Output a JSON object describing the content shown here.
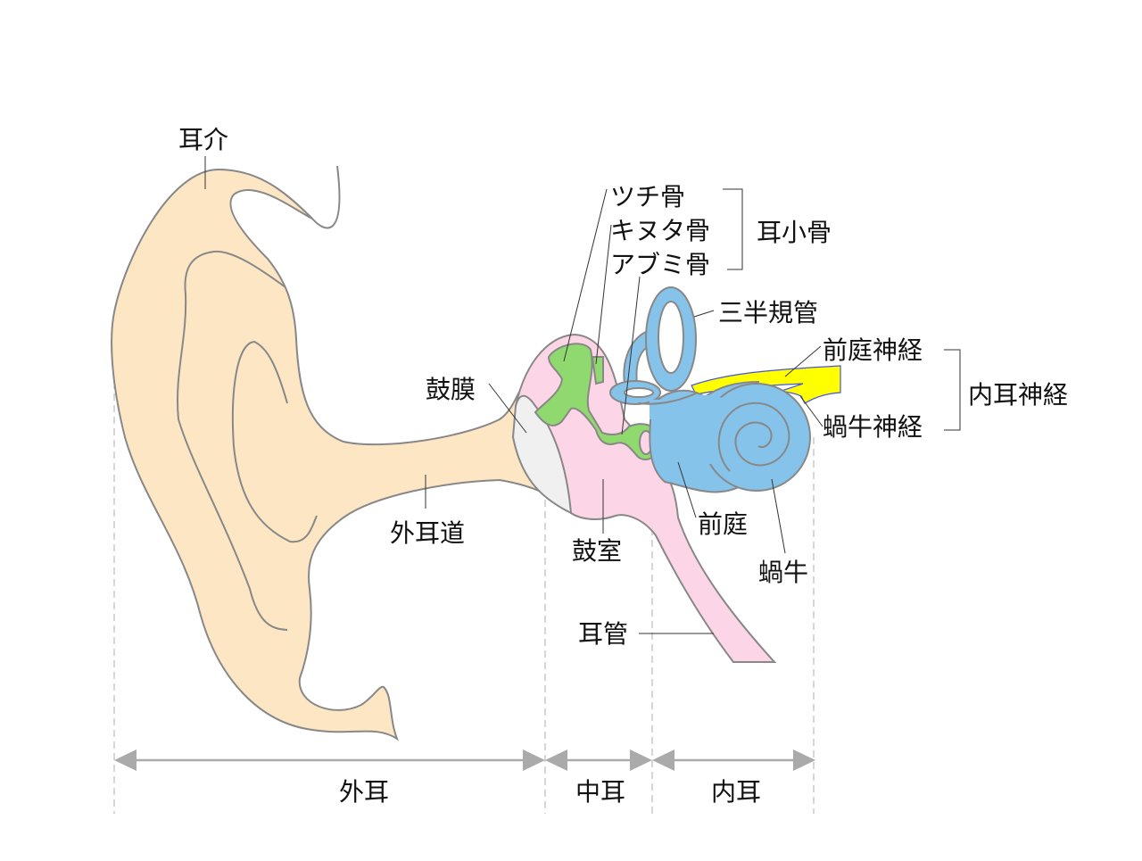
{
  "colors": {
    "outer_ear": "#fde6c3",
    "middle_ear": "#fcd6e6",
    "ossicles": "#8fd96e",
    "inner_ear": "#86c3ea",
    "nerve": "#ffff00",
    "eardrum": "#f0f0f0",
    "arrow": "#aaaaaa"
  },
  "labels": {
    "auricle": "耳介",
    "malleus": "ツチ骨",
    "incus": "キヌタ骨",
    "stapes": "アブミ骨",
    "ossicles": "耳小骨",
    "semicircular_canals": "三半規管",
    "vestibular_nerve": "前庭神経",
    "vestibulocochlear_nerve": "内耳神経",
    "cochlear_nerve": "蝸牛神経",
    "eardrum": "鼓膜",
    "ear_canal": "外耳道",
    "tympanic_cavity": "鼓室",
    "vestibule": "前庭",
    "cochlea": "蝸牛",
    "eustachian_tube": "耳管"
  },
  "regions": {
    "outer_ear": "外耳",
    "middle_ear": "中耳",
    "inner_ear": "内耳"
  }
}
